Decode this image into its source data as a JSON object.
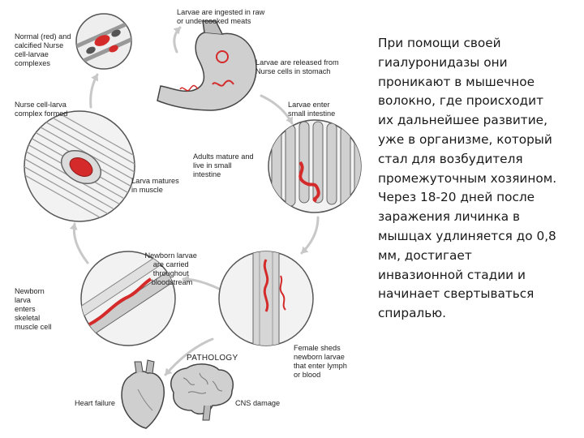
{
  "diagram": {
    "labels": {
      "ingested": [
        "Larvae are ingested in raw",
        "or undercooked meats"
      ],
      "calcified": [
        "Normal (red) and",
        "calcified Nurse",
        "cell-larvae",
        "complexes"
      ],
      "released": [
        "Larvae are released from",
        "Nurse cells in stomach"
      ],
      "enter_intestine": [
        "Larvae enter",
        "small intestine"
      ],
      "nurse_formed": [
        "Nurse cell-larva",
        "complex formed"
      ],
      "adults": [
        "Adults mature and",
        "live in small",
        "intestine"
      ],
      "matures": [
        "Larva matures",
        "in muscle"
      ],
      "newborn_carried": [
        "Newborn larvae",
        "are carried",
        "throughout",
        "bloodstream"
      ],
      "newborn_enters": [
        "Newborn",
        "larva",
        "enters",
        "skeletal",
        "muscle cell"
      ],
      "pathology": "PATHOLOGY",
      "female_sheds": [
        "Female sheds",
        "newborn larvae",
        "that enter lymph",
        "or blood"
      ],
      "heart_failure": "Heart failure",
      "cns_damage": "CNS damage"
    },
    "colors": {
      "larva_red": "#d42a2a",
      "tissue_gray": "#b9b9b9",
      "outline": "#444444",
      "arrow": "#c8c8c8"
    }
  },
  "side_text": "При помощи своей\nгиалуронидазы они\nпроникают в мышечное\nволокно, где происходит\nих дальнейшее развитие,\nуже в организме, который\nстал для возбудителя\nпромежуточным хозяином.\nЧерез 18-20 дней после\nзаражения личинка в\nмышцах удлиняется до 0,8\nмм, достигает\nинвазионной стадии и\nначинает свертываться\nспиралью."
}
